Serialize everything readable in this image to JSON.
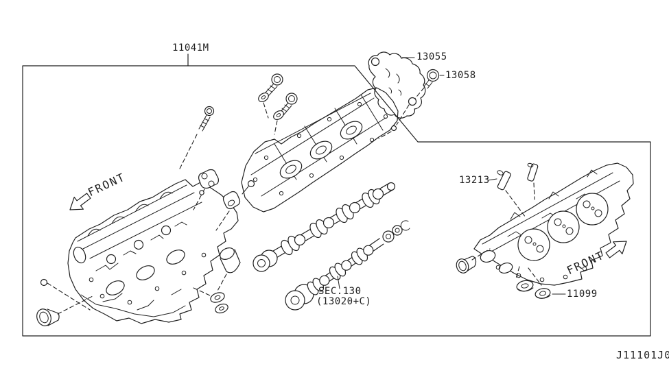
{
  "diagram": {
    "background": "#ffffff",
    "line_color": "#1f1f1f",
    "code": "J11101J0",
    "labels": {
      "p11041m": "11041M",
      "p13055": "13055",
      "p13058": "13058",
      "p13213": "13213",
      "p11099": "11099",
      "sec1": "SEC.130",
      "sec2": "(13020+C)",
      "front_left": "FRONT",
      "front_right": "FRONT"
    },
    "figures": [
      "left-cylinder-head-drawing",
      "center-cylinder-head-drawing",
      "right-cylinder-head-drawing",
      "upper-camshaft-drawing",
      "lower-camshaft-drawing",
      "head-bolts-drawing",
      "bracket-13055-drawing",
      "bolt-13058-drawing",
      "valve-guides-13213-drawing",
      "oil-seals-11099-drawing",
      "plug-cap-drawing"
    ]
  }
}
